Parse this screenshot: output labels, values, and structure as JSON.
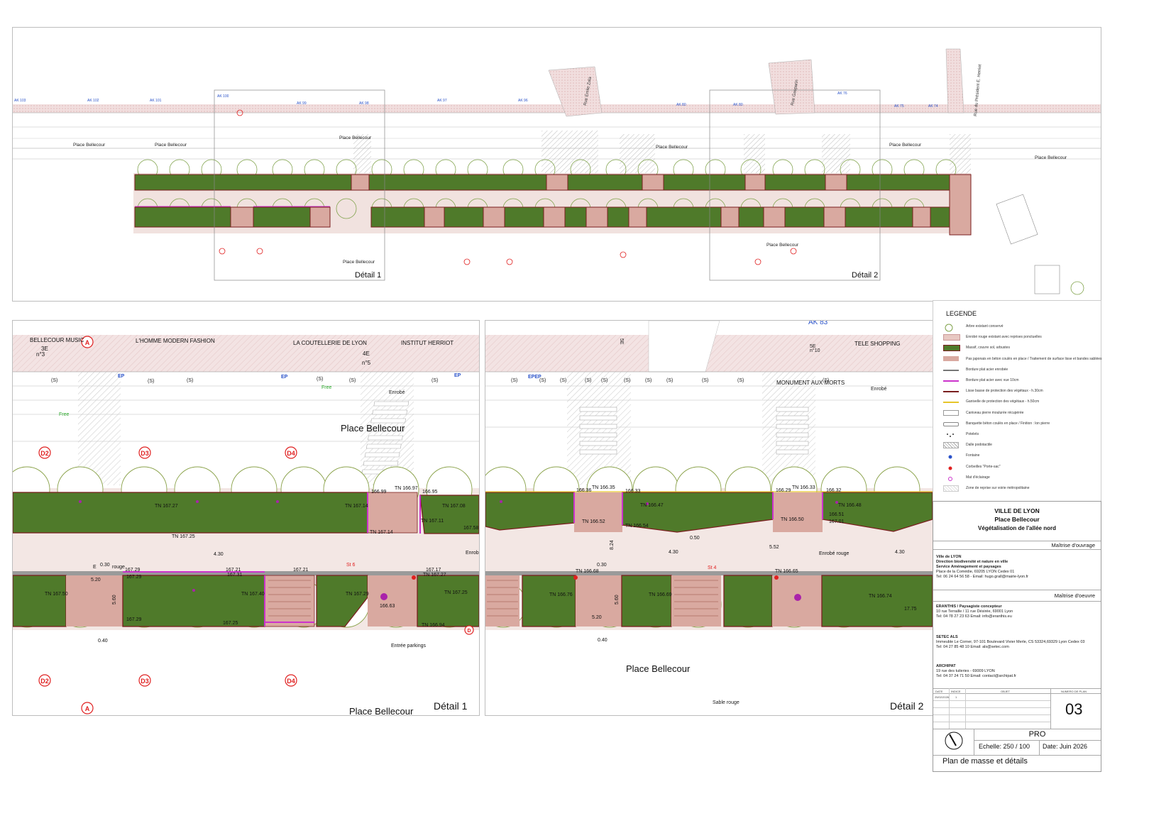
{
  "overview": {
    "parcels": [
      "AK 103",
      "AK 102",
      "AK 101",
      "AK 100",
      "AK 99",
      "AK 98",
      "AK 97",
      "AK 96",
      "AK 80",
      "AK 80",
      "AK 76",
      "AK 75",
      "AK 74"
    ],
    "streets": [
      "Rue Emile Zola",
      "Rue Gasparin",
      "Rue du Président E. Herriot"
    ],
    "place_labels": [
      "Place Bellecour",
      "Place Bellecour",
      "Place Bellecour",
      "Place Bellecour",
      "Place Bellecour",
      "Place Bellecour",
      "Place Bellecour"
    ],
    "detail_1": "Détail 1",
    "detail_2": "Détail 2"
  },
  "detail1": {
    "shops": [
      "BELLECOUR MUSIC",
      "L'HOMME MODERN FASHION",
      "LA COUTELLERIE DE LYON",
      "INSTITUT HERRIOT"
    ],
    "floors": [
      "3E",
      "n°3",
      "4E",
      "n°5"
    ],
    "ep": [
      "EP",
      "EP",
      "EP"
    ],
    "s_marks": [
      "(S)",
      "(S)",
      "(S)",
      "(S)",
      "(S)",
      "(S)"
    ],
    "enrobe": "Enrobé",
    "place": "Place Bellecour",
    "free": [
      "Free",
      "Free"
    ],
    "section_marks": [
      "A",
      "D2",
      "D3",
      "D4",
      "D2",
      "D3",
      "D4",
      "A",
      "D"
    ],
    "tn_top": [
      "TN 167.27",
      "TN 167.14",
      "TN 167.25",
      "TN 167.14",
      "TN 167.08",
      "TN 167.11",
      "167.58",
      "166.99",
      "166.95",
      "TN 166.97"
    ],
    "tn_bottom": [
      "TN 167.50",
      "167.29",
      "167.29",
      "TN 167.40",
      "167.21",
      "167.31",
      "TN 167.29",
      "167.21",
      "TN 167.25",
      "167.17",
      "TN 167.27",
      "TN 166.94",
      "167.29",
      "167.25",
      "166.63"
    ],
    "dims": [
      "4.30",
      "0.30",
      "5.20",
      "5.60",
      "0.40"
    ],
    "misc": [
      "E",
      "rouge",
      "St 6",
      "Enrob",
      "Entrée parkings"
    ],
    "place_bottom": "Place Bellecour",
    "title": "Détail 1"
  },
  "detail2": {
    "header": [
      "AK 83",
      "5E",
      "5E",
      "n°10"
    ],
    "shops": [
      "MONUMENT AUX MORTS",
      "TELE SHOPPING"
    ],
    "ep": "EPEP",
    "enrobe": "Enrobé",
    "s_marks": [
      "(S)",
      "(S)",
      "(S)",
      "(S)",
      "(S)",
      "(S)",
      "(S)",
      "(S)",
      "(S)",
      "(S)",
      "(S)"
    ],
    "tn_top": [
      "166.36",
      "TN 166.35",
      "166.33",
      "TN 166.47",
      "166.29",
      "TN 166.33",
      "166.32",
      "TN 166.48",
      "TN 166.52",
      "TN 166.54",
      "TN 166.50",
      "166.51",
      "167.01"
    ],
    "tn_bottom": [
      "TN 166.68",
      "TN 166.76",
      "TN 166.69",
      "TN 166.65",
      "TN 166.74",
      "17.75"
    ],
    "dims": [
      "0.50",
      "4.30",
      "5.52",
      "4.30",
      "8.24",
      "0.30",
      "5.60",
      "5.20",
      "0.40"
    ],
    "misc": [
      "Enrobé rouge",
      "St 4"
    ],
    "place": "Place Bellecour",
    "sable": "Sable rouge",
    "title": "Détail 2"
  },
  "legend": {
    "title": "LEGENDE",
    "items": [
      {
        "text": "Arbre existant conservé",
        "sym": "tree"
      },
      {
        "text": "Enrobé rouge existant avec reprises ponctuelles",
        "sym": "pink"
      },
      {
        "text": "Massif, couvre sol, arbustes",
        "sym": "green"
      },
      {
        "text": "Pas japonais en béton coulés en place / Traitement de surface lisse et bandes sablées",
        "sym": "salmon"
      },
      {
        "text": "Bordure plat acier enrobée",
        "sym": "line-gray"
      },
      {
        "text": "Bordure plat acier avec vue 10cm",
        "sym": "line-magenta"
      },
      {
        "text": "Lisse basse de protection des végétaux - h.30cm",
        "sym": "line-darkred"
      },
      {
        "text": "Ganivelle de protection des végétaux - h.50cm",
        "sym": "line-yellow"
      },
      {
        "text": "Caniveau pierre moulurée récupérée",
        "sym": "box"
      },
      {
        "text": "Banquette béton coulés en place / Finition : lon pierre",
        "sym": "bench"
      },
      {
        "text": "Potelets",
        "sym": "dots"
      },
      {
        "text": "Dalle podotactile",
        "sym": "hatch"
      },
      {
        "text": "Fontaine",
        "sym": "blue"
      },
      {
        "text": "Corbeilles \"Porte-sac\"",
        "sym": "red"
      },
      {
        "text": "Mat d'éclairage",
        "sym": "lamp"
      },
      {
        "text": "Zone de reprise sur voirie métropolitaine",
        "sym": "hatch2"
      }
    ]
  },
  "titleblock": {
    "org": "VILLE DE LYON",
    "place": "Place Bellecour",
    "project": "Végétalisation de l'allée nord",
    "moa_title": "Maîtrise d'ouvrage",
    "moa_lines": [
      "Ville de LYON",
      "Direction biodiversité et nature en ville",
      "Service Aménagement et paysages",
      "Place de la Comédie, 69205 LYON Cedex 01",
      "Tel: 06 24 64 56 58 - Email: hugo.grall@mairie-lyon.fr"
    ],
    "moe_title": "Maîtrise d'oeuvre",
    "eranthis": [
      "ERANTHIS / Paysagiste concepteur",
      "10 rue Terraille / 11 rue Désirée, 69001 Lyon",
      "Tel: 04 78 27 23 63  Email: info@eranthis.eu"
    ],
    "setec": [
      "SETEC ALS",
      "Immeuble Le Corner, 97-101 Boulevard Vivier Merle, CS 53324,69329 Lyon Cedex 03",
      "Tel: 04 27 85 48 10  Email: als@setec.com"
    ],
    "archipat": [
      "ARCHIPAT",
      "19 rue des tuileries - 69009 LYON",
      "Tel: 04 37 24 71 50  Email: contact@archipat.fr"
    ],
    "table_headers": [
      "DATE",
      "INDICE",
      "OBJET",
      "NUMERO DE PLAN"
    ],
    "table_row": [
      "25/02/2026",
      "1"
    ],
    "plan_number": "03",
    "phase": "PRO",
    "scale": "Echelle: 250 /  100",
    "date": "Date: Juin 2026",
    "plan_title": "Plan de masse et détails"
  },
  "colors": {
    "planting": "#4f7a2a",
    "paving": "#d9a9a0",
    "red_asphalt": "#e8c8c2",
    "border": "#7a1f1f",
    "accent_magenta": "#cc33cc",
    "marker_red": "#e02020"
  }
}
